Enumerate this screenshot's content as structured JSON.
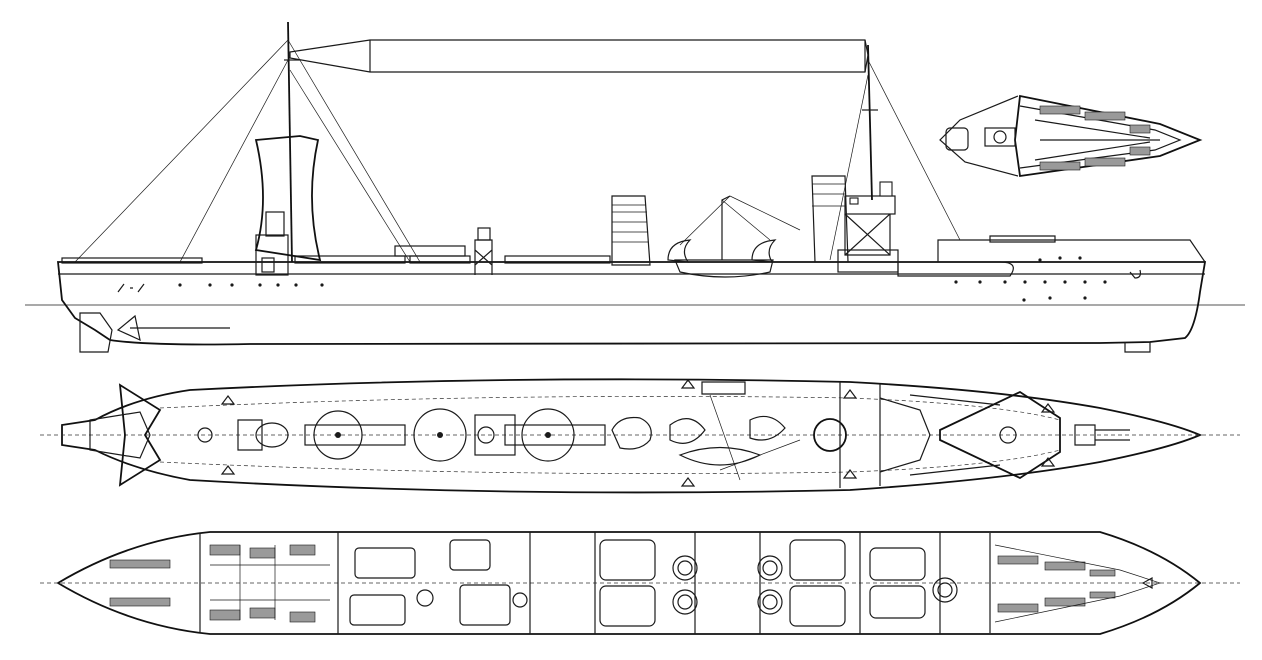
{
  "drawing": {
    "views": [
      "side-profile",
      "upper-deck-plan",
      "lower-deck-plan",
      "forecastle-inset"
    ],
    "colors": {
      "line": "#1a1a1a",
      "paper": "#ffffff",
      "shading": "#9a9a9a"
    }
  }
}
